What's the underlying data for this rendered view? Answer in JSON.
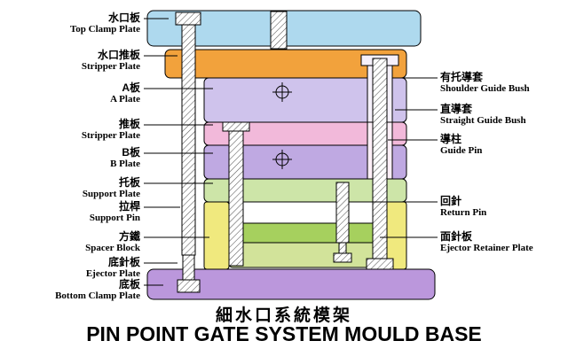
{
  "title": {
    "chinese": "細水口系統模架",
    "english": "PIN POINT GATE SYSTEM MOULD BASE"
  },
  "left_labels": [
    {
      "cn": "水口板",
      "en": "Top Clamp Plate"
    },
    {
      "cn": "水口推板",
      "en": "Stripper Plate"
    },
    {
      "cn": "A板",
      "en": "A Plate"
    },
    {
      "cn": "推板",
      "en": "Stripper Plate"
    },
    {
      "cn": "B板",
      "en": "B Plate"
    },
    {
      "cn": "托板",
      "en": "Support Plate"
    },
    {
      "cn": "拉桿",
      "en": "Support Pin"
    },
    {
      "cn": "方鐵",
      "en": "Spacer Block"
    },
    {
      "cn": "底針板",
      "en": "Ejector Plate"
    },
    {
      "cn": "底板",
      "en": "Bottom Clamp Plate"
    }
  ],
  "right_labels": [
    {
      "cn": "有托導套",
      "en": "Shoulder Guide Bush"
    },
    {
      "cn": "直導套",
      "en": "Straight Guide Bush"
    },
    {
      "cn": "導柱",
      "en": "Guide Pin"
    },
    {
      "cn": "回針",
      "en": "Return Pin"
    },
    {
      "cn": "面針板",
      "en": "Ejector Retainer Plate"
    }
  ],
  "colors": {
    "top_clamp_plate": "#aed9ee",
    "runner_stripper_plate": "#f2a23c",
    "a_plate": "#cfc3ec",
    "stripper_plate": "#f2b9da",
    "b_plate": "#bfa9e2",
    "support_plate": "#cde5a8",
    "spacer_block": "#f0e97e",
    "ejector_retainer_plate": "#a6d05e",
    "ejector_plate": "#d2e39a",
    "bottom_clamp_plate": "#bb97dc"
  }
}
